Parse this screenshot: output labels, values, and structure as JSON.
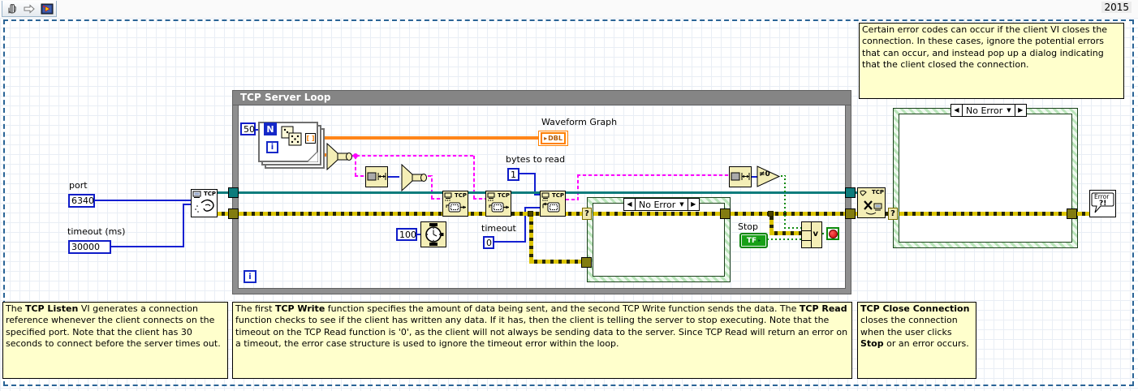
{
  "toolbar": {
    "year": "2015",
    "tools": [
      {
        "name": "scroll-hand-tool"
      },
      {
        "name": "navigate-arrow-tool"
      },
      {
        "name": "vi-run-tool"
      }
    ]
  },
  "comments": {
    "top_right": "Certain error codes can occur if the client VI closes the connection. In these cases, ignore the potential errors that can occur, and instead pop up a dialog indicating that the client closed the connection.",
    "bottom_left_segments": [
      {
        "t": "The ",
        "b": false
      },
      {
        "t": "TCP Listen",
        "b": true
      },
      {
        "t": " VI generates a connection reference whenever the client connects on the specified port. Note that the client has 30 seconds to connect before the server times out.",
        "b": false
      }
    ],
    "bottom_middle_segments": [
      {
        "t": "The first ",
        "b": false
      },
      {
        "t": "TCP Write",
        "b": true
      },
      {
        "t": " function specifies the amount of data being sent, and the second TCP Write function sends the data.  The ",
        "b": false
      },
      {
        "t": "TCP Read",
        "b": true
      },
      {
        "t": " function checks to see if the client has written any data. If it has, then the client is telling the server to stop executing. Note that the timeout on the TCP Read function is '0', as the client will not always be sending data to the server. Since TCP Read will return an error on a timeout, the error case structure is used to ignore the timeout error within the loop.",
        "b": false
      }
    ],
    "bottom_right_segments": [
      {
        "t": "TCP Close Connection",
        "b": true
      },
      {
        "t": " closes the connection when the user clicks ",
        "b": false
      },
      {
        "t": "Stop",
        "b": true
      },
      {
        "t": " or an error occurs.",
        "b": false
      }
    ]
  },
  "labels": {
    "loop_title": "TCP Server Loop",
    "port_label": "port",
    "port_value": "6340",
    "timeout_label": "timeout (ms)",
    "timeout_value": "30000",
    "waveform_graph_label": "Waveform Graph",
    "waveform_graph_type": "DBL",
    "waveform_graph_arrow": "▸",
    "bytes_label": "bytes to read",
    "bytes_value": "1",
    "timeout2_label": "timeout",
    "timeout2_value": "0",
    "wait_value": "100",
    "for_count": "50",
    "for_n": "N",
    "for_i": "i",
    "loop_i": "i",
    "stop_label": "Stop",
    "stop_glyph": "TF",
    "stop_arrow": "▸",
    "case_inner_selector": "No Error",
    "case_outer_selector": "No Error",
    "selector_left": "◀",
    "selector_right": "▶",
    "selector_down": "▼",
    "selector_question": "?",
    "or_glyph": "v",
    "neq_glyph": "≠0",
    "tcp": "TCP",
    "autoindex_glyph": "[ ]",
    "error_handler_line1": "Error",
    "error_handler_line2": "?!"
  },
  "colors": {
    "error_wire": "#DCC500",
    "refnum_wire": "#0D7C7C",
    "string_wire": "#FF00FF",
    "numeric_wire": "#1420D2",
    "dbl_array_wire": "#FF8519",
    "bool_wire": "#0E8A0E",
    "case_green": "#B9E4B9",
    "comment_bg": "#FFFFCC",
    "loop_gray": "#8F8F8F",
    "icon_cream": "#F4EEB6"
  }
}
